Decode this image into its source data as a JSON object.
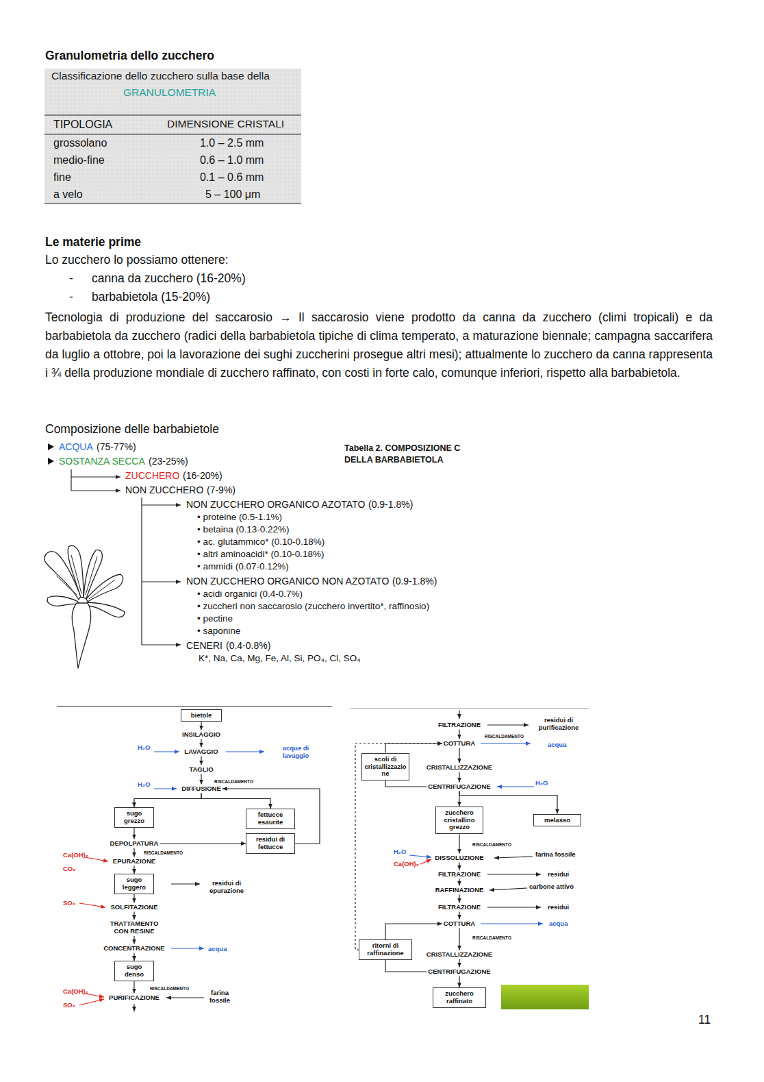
{
  "diagram": {
    "nodes": [
      {
        "text": [
          "bietole"
        ]
      },
      {
        "text": [
          "INSILAGGIO"
        ]
      },
      {
        "text": [
          "LAVAGGIO"
        ]
      },
      {
        "text": [
          "TAGLIO"
        ]
      },
      {
        "text": [
          "DIFFUSIONE"
        ]
      },
      {
        "text": [
          "sugo grezzo"
        ]
      },
      {
        "text": [
          "fettucce esaurite"
        ]
      },
      {
        "text": [
          "DEPOLPATURA"
        ]
      },
      {
        "text": [
          "residui di fettucce"
        ]
      },
      {
        "text": [
          "EPURAZIONE"
        ]
      },
      {
        "text": [
          "sugo leggero"
        ]
      },
      {
        "text": [
          "SOLFITAZIONE"
        ]
      },
      {
        "text": [
          "TRATTAMENTO CON RESINE"
        ]
      },
      {
        "text": [
          "CONCENTRAZIONE"
        ]
      },
      {
        "text": [
          "sugo denso"
        ]
      },
      {
        "text": [
          "PURIFICAZIONE"
        ]
      },
      {
        "text": [
          "FILTRAZIONE"
        ]
      },
      {
        "text": [
          "COTTURA"
        ]
      },
      {
        "text": [
          "scoli di cristallizzazione"
        ]
      },
      {
        "text": [
          "CRISTALLIZZAZIONE"
        ]
      },
      {
        "text": [
          "CENTRIFUGAZIONE"
        ]
      },
      {
        "text": [
          "zucchero cristallino grezzo"
        ]
      },
      {
        "text": [
          "melasso"
        ]
      },
      {
        "text": [
          "DISSOLUZIONE"
        ]
      },
      {
        "text": [
          "FILTRAZIONE"
        ]
      },
      {
        "text": [
          "RAFFINAZIONE"
        ]
      },
      {
        "text": [
          "FILTRAZIONE"
        ]
      },
      {
        "text": [
          "COTTURA"
        ]
      },
      {
        "text": [
          "ritorni di raffinazione"
        ]
      },
      {
        "text": [
          "CRISTALLIZZAZIONE"
        ]
      },
      {
        "text": [
          "CENTRIFUGAZIONE"
        ]
      },
      {
        "text": [
          "zucchero raffinato"
        ]
      }
    ],
    "edges": [
      {
        "from": 0,
        "to": 1,
        "arrow": "to"
      },
      {
        "from": 1,
        "to": 2,
        "arrow": "to"
      },
      {
        "from": 2,
        "to": 3,
        "arrow": "to"
      },
      {
        "from": 3,
        "to": 4,
        "arrow": "to"
      },
      {
        "from": 4,
        "to": 5,
        "arrow": "to"
      },
      {
        "from": 4,
        "to": 6,
        "arrow": "to"
      },
      {
        "from": 5,
        "to": 7,
        "arrow": "to"
      },
      {
        "from": 7,
        "to": 8,
        "arrow": "to"
      },
      {
        "from": 8,
        "to": 4,
        "arrow": "to"
      },
      {
        "from": 7,
        "to": 9,
        "arrow": "to"
      },
      {
        "from": 9,
        "to": 10,
        "arrow": "to"
      },
      {
        "from": 10,
        "to": 11,
        "arrow": "to"
      },
      {
        "from": 11,
        "to": 12,
        "arrow": "to"
      },
      {
        "from": 12,
        "to": 13,
        "arrow": "to"
      },
      {
        "from": 13,
        "to": 14,
        "arrow": "to"
      },
      {
        "from": 14,
        "to": 15,
        "arrow": "to"
      },
      {
        "from": 16,
        "to": 17,
        "arrow": "to"
      },
      {
        "from": 17,
        "to": 19,
        "arrow": "to"
      },
      {
        "from": 20,
        "to": 18,
        "arrow": "none"
      },
      {
        "from": 18,
        "to": 17,
        "arrow": "to"
      },
      {
        "from": 19,
        "to": 20,
        "arrow": "to"
      },
      {
        "from": 20,
        "to": 21,
        "arrow": "to"
      },
      {
        "from": 20,
        "to": 22,
        "arrow": "to"
      },
      {
        "from": 21,
        "to": 23,
        "arrow": "to"
      },
      {
        "from": 23,
        "to": 24,
        "arrow": "to"
      },
      {
        "from": 24,
        "to": 25,
        "arrow": "to"
      },
      {
        "from": 25,
        "to": 26,
        "arrow": "to"
      },
      {
        "from": 26,
        "to": 27,
        "arrow": "to"
      },
      {
        "from": 30,
        "to": 28,
        "arrow": "none"
      },
      {
        "from": 28,
        "to": 27,
        "arrow": "to"
      },
      {
        "from": 28,
        "to": 17,
        "arrow": "to"
      },
      {
        "from": 27,
        "to": 29,
        "arrow": "to"
      },
      {
        "from": 29,
        "to": 30,
        "arrow": "to"
      },
      {
        "from": 30,
        "to": 31,
        "arrow": "to"
      }
    ],
    "labels": [
      "Granulometria dello zucchero",
      "Classificazione dello zucchero sulla base della",
      "GRANULOMETRIA",
      "TIPOLOGIA",
      "DIMENSIONE CRISTALI",
      "grossolano",
      "1.0 – 2.5 mm",
      "medio-fine",
      "0.6 – 1.0 mm",
      "fine",
      "0.1 – 0.6 mm",
      "a velo",
      "5 – 100 μm",
      "Le materie prime",
      "Lo zucchero lo possiamo ottenere:",
      "-",
      "canna da zucchero (16-20%)",
      "-",
      "barbabietola (15-20%)",
      "Tecnologia di produzione del saccarosio → Il saccarosio viene prodotto da canna da zucchero (climi tropicali) e da barbabietola da zucchero (radici della barbabietola tipiche di clima temperato, a maturazione biennale; campagna saccarifera da luglio a ottobre, poi la lavorazione dei sughi zuccherini prosegue altri mesi); attualmente lo zucchero da canna rappresenta i ¾ della produzione mondiale di zucchero raffinato, con costi in forte calo, comunque inferiori, rispetto alla barbabietola.",
      "Composizione delle barbabietole",
      "ACQUA",
      "(75-77%)",
      "SOSTANZA SECCA",
      "(23-25%)",
      "ZUCCHERO",
      "(16-20%)",
      "NON ZUCCHERO",
      "(7-9%)",
      "NON ZUCCHERO ORGANICO AZOTATO",
      "(0.9-1.8%)",
      "• proteine (0.5-1.1%)",
      "• betaina (0.13-0.22%)",
      "• ac. glutammico* (0.10-0.18%)",
      "• altri aminoacidi* (0.10-0.18%)",
      "• ammidi (0.07-0.12%)",
      "NON ZUCCHERO ORGANICO NON AZOTATO",
      "(0.9-1.8%)",
      "• acidi organici (0.4-0.7%)",
      "• zuccheri non saccarosio (zucchero invertito*, raffinosio)",
      "• pectine",
      "• saponine",
      "CENERI",
      "(0.4-0.8%)",
      "K*, Na, Ca, Mg, Fe, Al, Si, PO₄, Cl, SO₄",
      "Tabella 2. COMPOSIZIONE C",
      "DELLA BARBABIETOLA",
      "H₂O",
      "acque di lavaggio",
      "RISCALDAMENTO",
      "H₂O",
      "Ca(OH)₂",
      "CO₂",
      "RISCALDAMENTO",
      "residui di epurazione",
      "SO₂",
      "acqua",
      "RISCALDAMENTO",
      "Ca(OH)₂",
      "SO₂",
      "farina fossile",
      "residui di purificazione",
      "RISCALDAMENTO",
      "acqua",
      "H₂O",
      "RISCALDAMENTO",
      "H₂O",
      "Ca(OH)₂",
      "farina fossile",
      "residui",
      "carbone attivo",
      "residui",
      "acqua",
      "RISCALDAMENTO",
      "11"
    ]
  }
}
